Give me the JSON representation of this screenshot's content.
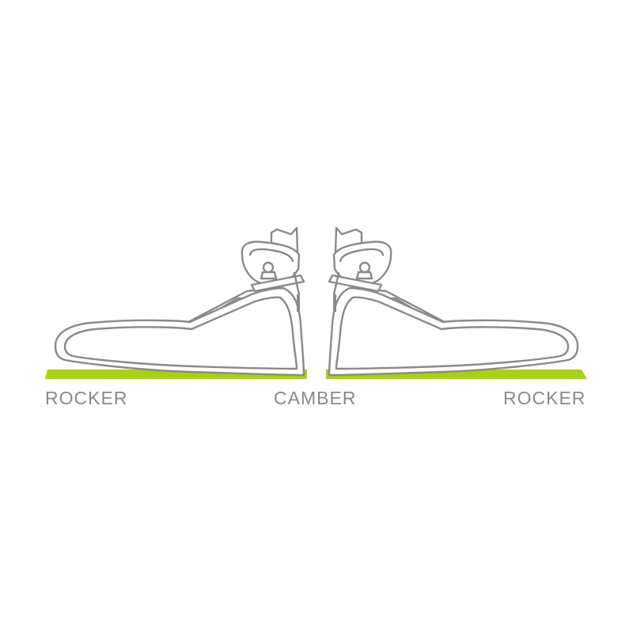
{
  "labels": {
    "left": "ROCKER",
    "center": "CAMBER",
    "right": "ROCKER"
  },
  "colors": {
    "outline": "#8a8a8a",
    "ground": "#a8cf1a",
    "label": "#8a8a8a",
    "background": "#ffffff"
  }
}
